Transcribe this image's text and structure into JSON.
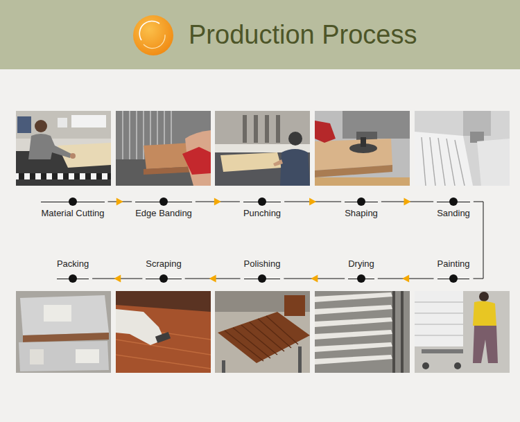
{
  "diagram": {
    "title": "Production Process",
    "nodes": [
      {
        "text": [
          "Material Cutting"
        ]
      },
      {
        "text": [
          "Edge Banding"
        ]
      },
      {
        "text": [
          "Punching"
        ]
      },
      {
        "text": [
          "Shaping"
        ]
      },
      {
        "text": [
          "Sanding"
        ]
      },
      {
        "text": [
          "Painting"
        ]
      },
      {
        "text": [
          "Drying"
        ]
      },
      {
        "text": [
          "Polishing"
        ]
      },
      {
        "text": [
          "Scraping"
        ]
      },
      {
        "text": [
          "Packing"
        ]
      }
    ],
    "edges": [
      {
        "from": 0,
        "to": 1,
        "arrow": "to"
      },
      {
        "from": 1,
        "to": 2,
        "arrow": "to"
      },
      {
        "from": 2,
        "to": 3,
        "arrow": "to"
      },
      {
        "from": 3,
        "to": 4,
        "arrow": "to"
      },
      {
        "from": 4,
        "to": 5,
        "arrow": "none"
      },
      {
        "from": 5,
        "to": 6,
        "arrow": "to"
      },
      {
        "from": 6,
        "to": 7,
        "arrow": "to"
      },
      {
        "from": 7,
        "to": 8,
        "arrow": "to"
      },
      {
        "from": 8,
        "to": 9,
        "arrow": "to"
      }
    ]
  }
}
